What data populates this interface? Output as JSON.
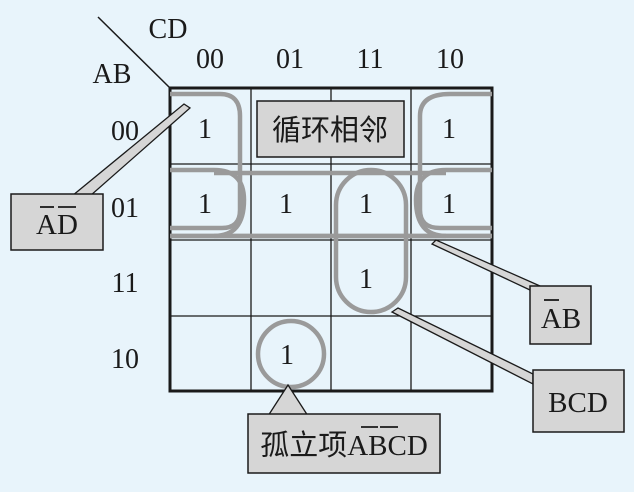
{
  "axes": {
    "row_var": "AB",
    "col_var": "CD",
    "col_labels": [
      "00",
      "01",
      "11",
      "10"
    ],
    "row_labels": [
      "00",
      "01",
      "11",
      "10"
    ]
  },
  "cells": [
    [
      "1",
      "",
      "",
      "1"
    ],
    [
      "1",
      "1",
      "1",
      "1"
    ],
    [
      "",
      "",
      "1",
      ""
    ],
    [
      "",
      "1",
      "",
      ""
    ]
  ],
  "callouts": {
    "adjacent_note": "循环相邻",
    "ad_bar": "AD",
    "ab_bar": "AB",
    "bcd": "BCD",
    "isolated_prefix": "孤立项",
    "isolated_term": "ABCD"
  },
  "colors": {
    "background": "#e8f4fb",
    "loop_gray": "#9a9a9a",
    "callout_fill": "#d6d6d6",
    "grid": "#1a1a1a"
  }
}
